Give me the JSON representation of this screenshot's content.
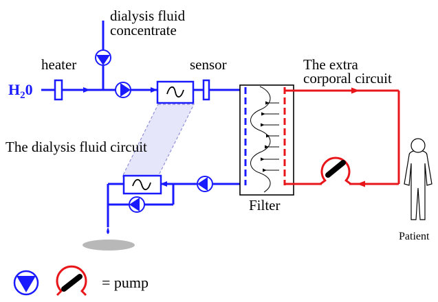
{
  "labels": {
    "concentrate_line1": "dialysis fluid",
    "concentrate_line2": "concentrate",
    "heater": "heater",
    "sensor": "sensor",
    "extra_line1": "The extra",
    "extra_line2": "corporal circuit",
    "dialysis_circuit": "The dialysis fluid circuit",
    "filter": "Filter",
    "patient": "Patient",
    "water_main": "H",
    "water_sub": "2",
    "water_tail": "0",
    "legend": "= pump"
  },
  "colors": {
    "dialysis_line": "#1a1aff",
    "blood_line": "#e8161a",
    "pump_fill": "#1a1aff",
    "outline": "#000000",
    "shadow_band": "#ccccf0",
    "drain_pool": "#b8b8b8"
  },
  "icons": [
    "heater-icon",
    "sensor-icon",
    "heat-exchanger-icon",
    "pump-icon",
    "roller-pump-icon",
    "drain-drop-icon",
    "patient-figure-icon"
  ]
}
